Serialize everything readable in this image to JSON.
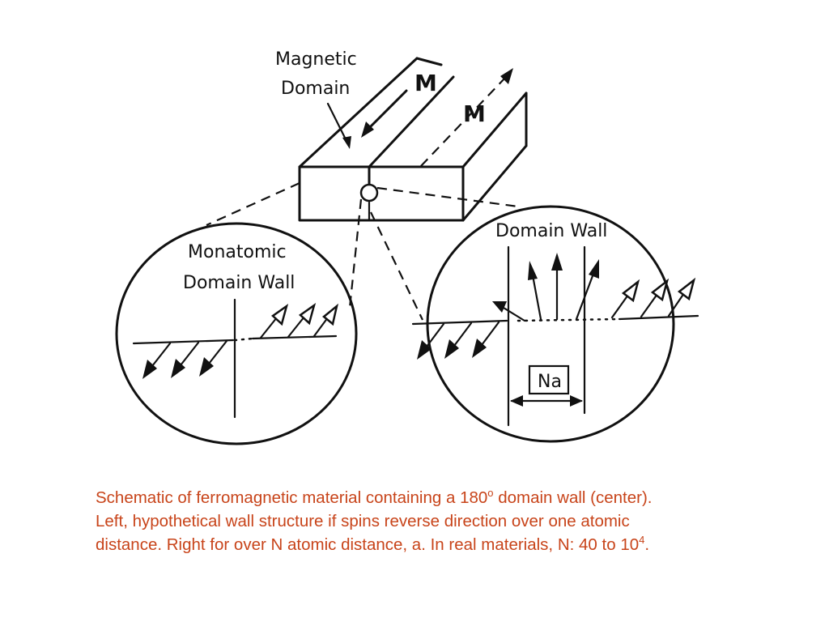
{
  "diagram": {
    "label_magnetic": "Magnetic",
    "label_domain": "Domain",
    "label_m1": "M",
    "label_m2": "M",
    "label_monatomic": "Monatomic",
    "label_domain_wall_left": "Domain Wall",
    "label_domain_wall_right": "Domain Wall",
    "label_na": "Na"
  },
  "caption": {
    "line1_a": "Schematic of ferromagnetic material containing a 180",
    "line1_sup": "o",
    "line1_b": " domain wall (center).",
    "line2": "Left, hypothetical wall structure if  spins reverse direction over one atomic",
    "line3_a": "distance. Right for over N atomic distance, a. In real materials, N: 40 to 10",
    "line3_sup": "4",
    "line3_b": "."
  }
}
